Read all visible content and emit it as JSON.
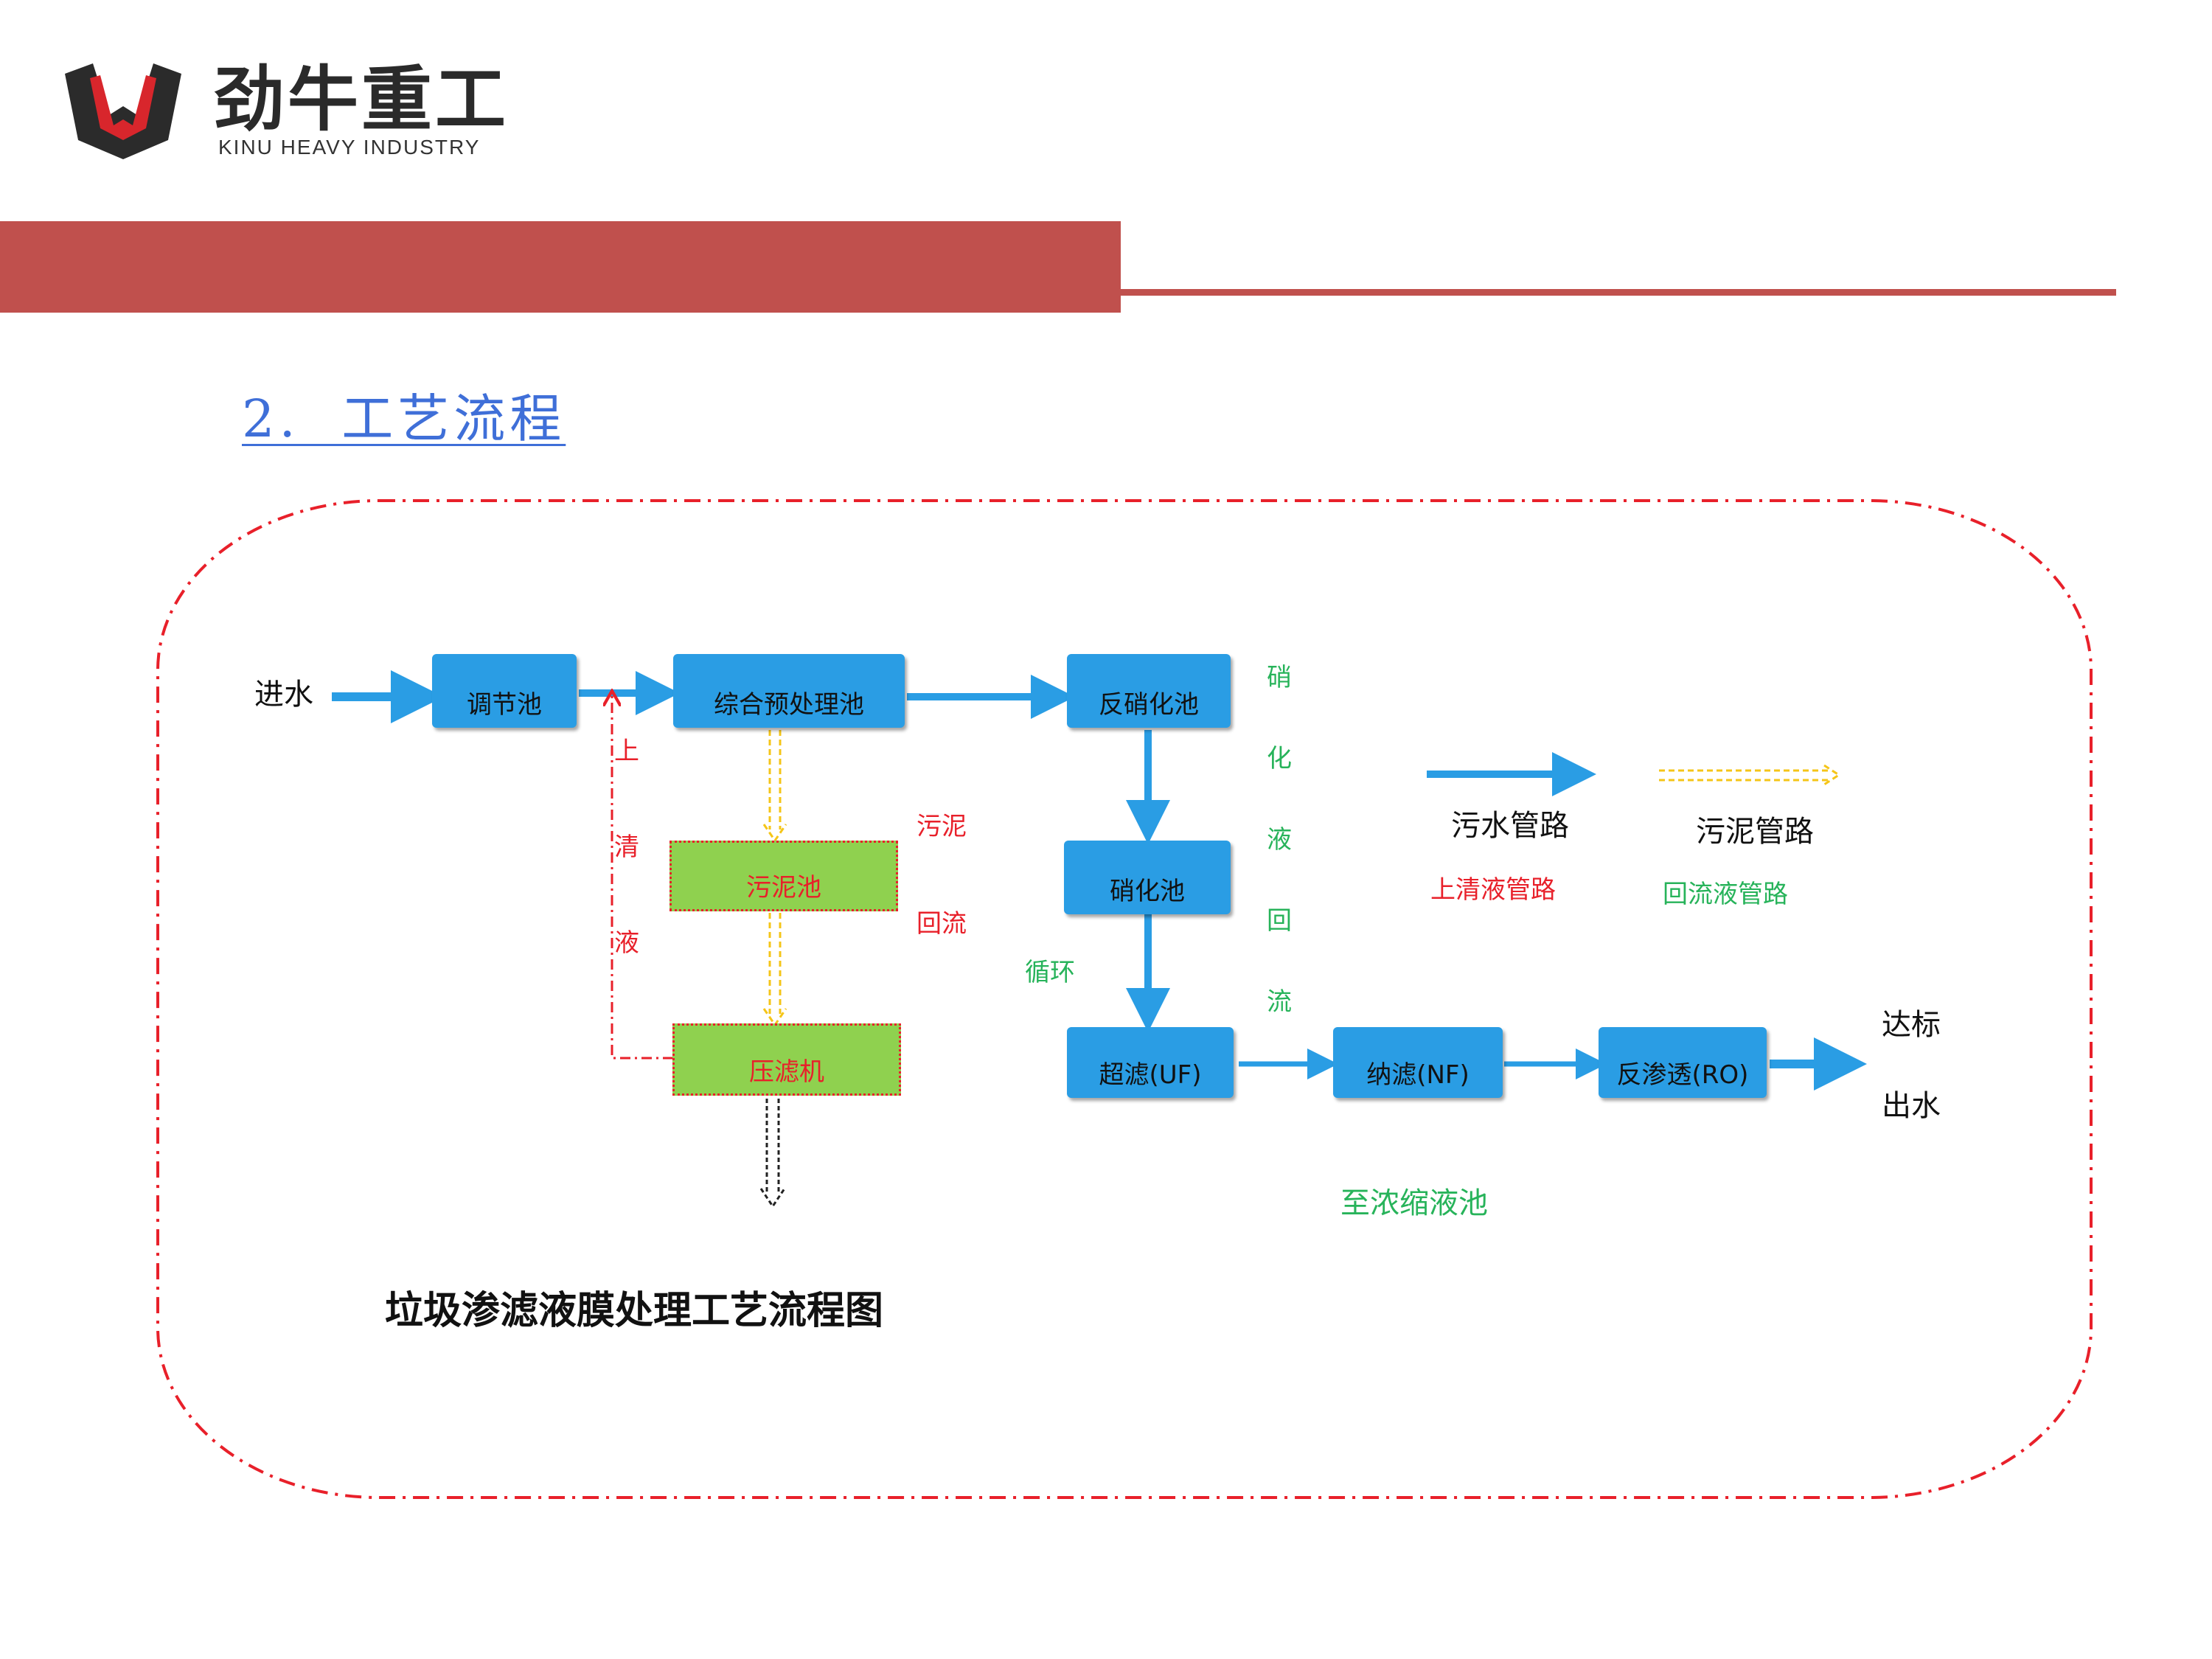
{
  "header": {
    "logo_cn": "劲牛重工",
    "logo_en": "KINU HEAVY INDUSTRY"
  },
  "section_title": "2.  工艺流程",
  "diagram": {
    "inflow_label": "进水",
    "nodes": {
      "tiaojie": "调节池",
      "zonghe": "综合预处理池",
      "fanxiaohua": "反硝化池",
      "xiaohua": "硝化池",
      "wuni": "污泥池",
      "yalvji": "压滤机",
      "uf": "超滤(UF)",
      "nf": "纳滤(NF)",
      "ro": "反渗透(RO)"
    },
    "side_labels": {
      "shangqingye": [
        "上",
        "清",
        "液"
      ],
      "wuni_huiliu_top": "污泥",
      "wuni_huiliu_bottom": "回流",
      "xiaohuaye_huiliu": [
        "硝",
        "化",
        "液",
        "回",
        "流"
      ],
      "xunhuan": "循环",
      "dabiao_top": "达标",
      "dabiao_bottom": "出水",
      "to_concentrate": "至浓缩液池"
    },
    "legend": {
      "sewage": "污水管路",
      "sludge": "污泥管路",
      "supernatant": "上清液管路",
      "reflux": "回流液管路"
    },
    "title": "垃圾渗滤液膜处理工艺流程图"
  },
  "colors": {
    "brand_red": "#c0504d",
    "box_blue": "#2a9de4",
    "sludge_green": "#8fd14f",
    "arrow_blue": "#2a9de4",
    "sludge_yellow": "#f5c518",
    "supernatant_red": "#e8202a",
    "reflux_green": "#27b35a",
    "title_blue": "#3f6fd8"
  }
}
